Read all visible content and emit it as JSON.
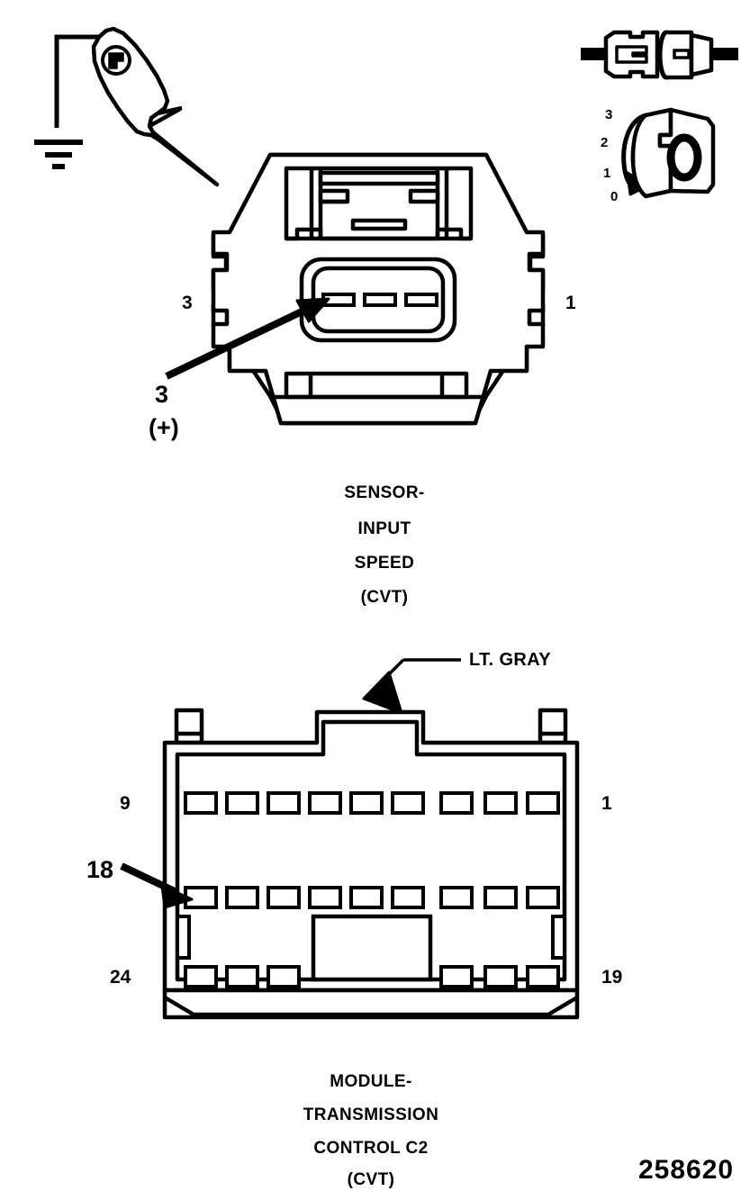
{
  "figure": {
    "number": "258620",
    "type": "automotive-connector-pinout-diagram"
  },
  "tools": {
    "ground_symbol": "ground-symbol",
    "test_probe": "test-probe-icon",
    "disconnect_icon": "connector-disconnected-icon",
    "ignition_key_icon": "ignition-key-switch-icon",
    "key_positions": [
      "3",
      "2",
      "1",
      "0"
    ],
    "key_center_label": "0"
  },
  "sensor_connector": {
    "name": "input-speed-sensor-connector",
    "caption_lines": [
      "SENSOR-",
      "INPUT",
      "SPEED",
      "(CVT)"
    ],
    "pin_left_label": "3",
    "pin_right_label": "1",
    "cavity_count": 3,
    "probe_callout": {
      "pin": "3",
      "polarity": "(+)"
    }
  },
  "module_connector": {
    "name": "transmission-control-module-c2-connector",
    "caption_lines": [
      "MODULE-",
      "TRANSMISSION",
      "CONTROL C2",
      "(CVT)"
    ],
    "color_callout": "LT. GRAY",
    "row_top": {
      "left_label": "9",
      "right_label": "1",
      "cavity_count": 9
    },
    "row_middle": {
      "left_label": "18",
      "cavity_count": 9,
      "arrow_target_pin": "18"
    },
    "row_bottom": {
      "left_label": "24",
      "right_label": "19",
      "cavity_count": 6
    }
  },
  "colors": {
    "line": "#000000",
    "background": "#ffffff"
  }
}
